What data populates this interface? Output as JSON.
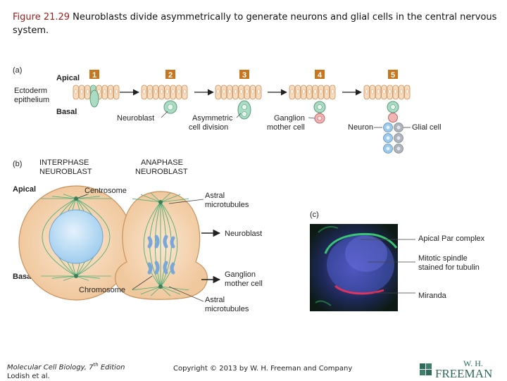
{
  "title": {
    "figure": "Figure 21.29",
    "text": " Neuroblasts divide asymmetrically to generate neurons and glial cells in the central nervous system."
  },
  "panel_a": {
    "label": "(a)",
    "apical": "Apical",
    "basal": "Basal",
    "ectoderm_1": "Ectoderm",
    "ectoderm_2": "epithelium",
    "steps": [
      "1",
      "2",
      "3",
      "4",
      "5"
    ],
    "neuroblast": "Neuroblast",
    "asym_1": "Asymmetric",
    "asym_2": "cell division",
    "gmc_1": "Ganglion",
    "gmc_2": "mother cell",
    "neuron": "Neuron",
    "glial": "Glial cell"
  },
  "panel_b": {
    "label": "(b)",
    "interphase_1": "INTERPHASE",
    "interphase_2": "NEUROBLAST",
    "anaphase_1": "ANAPHASE",
    "anaphase_2": "NEUROBLAST",
    "apical": "Apical",
    "basal": "Basal",
    "centrosome": "Centrosome",
    "chromosome": "Chromosome",
    "astral_top_1": "Astral",
    "astral_top_2": "microtubules",
    "neuroblast": "Neuroblast",
    "gmc_1": "Ganglion",
    "gmc_2": "mother cell",
    "astral_bot_1": "Astral",
    "astral_bot_2": "microtubules"
  },
  "panel_c": {
    "label": "(c)",
    "apical_par": "Apical Par complex",
    "spindle_1": "Mitotic spindle",
    "spindle_2": "stained for tubulin",
    "miranda": "Miranda"
  },
  "footer": {
    "book": "Molecular Cell Biology, 7",
    "sup": "th",
    "edition": " Edition",
    "authors": "Lodish et al.",
    "copyright": "Copyright © 2013 by W. H. Freeman and Company",
    "logo_1": "W. H.",
    "logo_2": "FREEMAN"
  },
  "colors": {
    "figure_label": "#9b1c1c",
    "cell_fill": "#f7dcc0",
    "cell_stroke": "#c9925c",
    "step_box": "#c8761e",
    "neuroblast": "#a9dcc2",
    "gmc": "#f2b3b3",
    "neuron": "#9ec9ea",
    "glia": "#aeb4bc",
    "nucleus": "#bfe0f5"
  }
}
